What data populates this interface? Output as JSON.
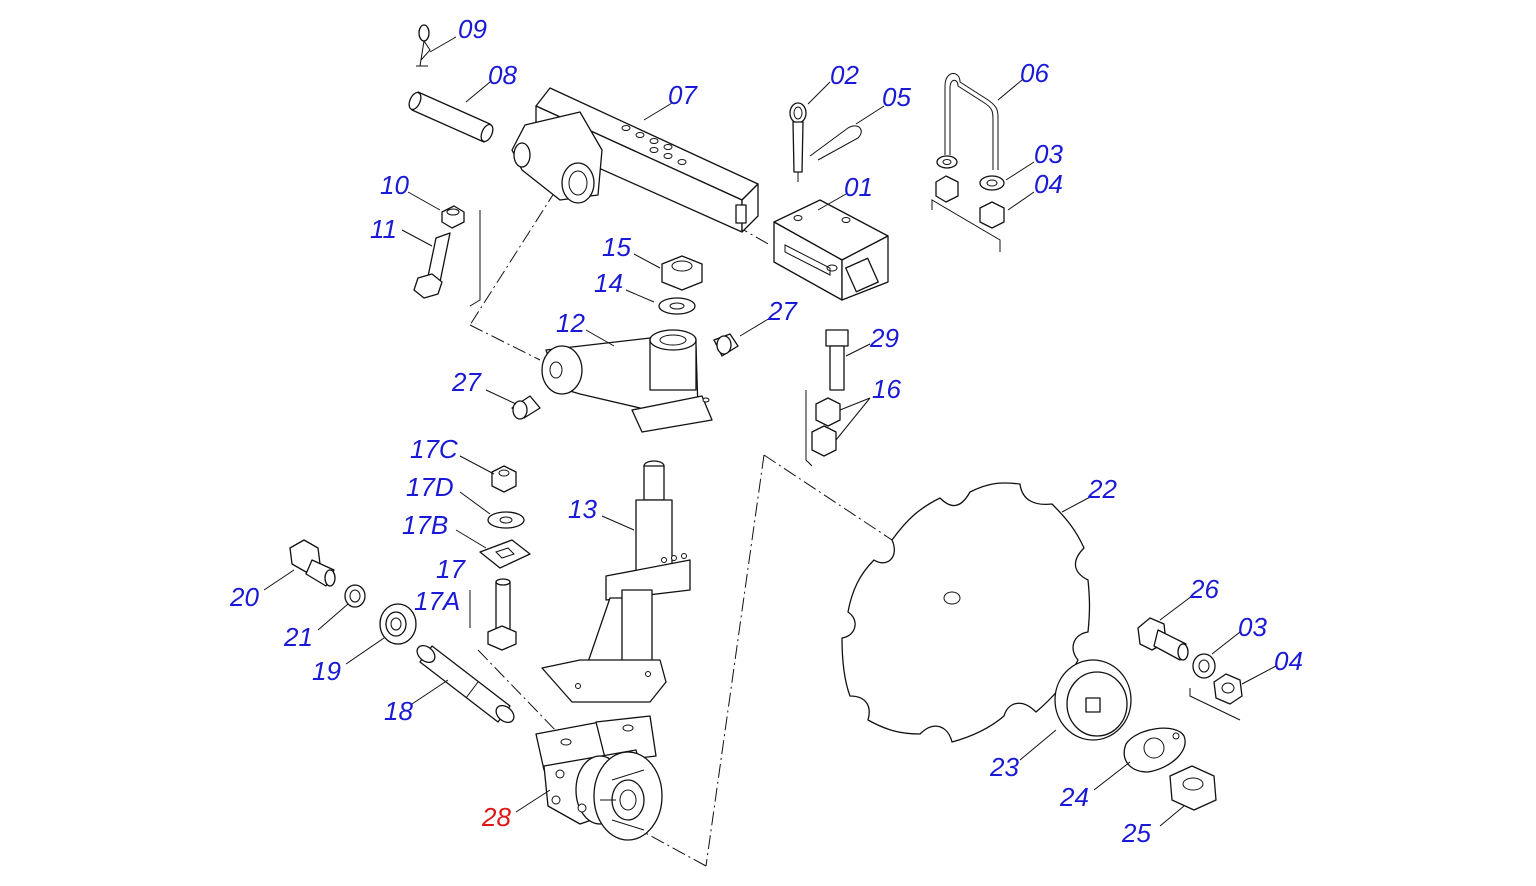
{
  "colors": {
    "label_default": "#1a1ad6",
    "label_highlight": "#e01515",
    "line": "#111111"
  },
  "labels": [
    {
      "id": "09",
      "text": "09",
      "highlight": false
    },
    {
      "id": "08",
      "text": "08",
      "highlight": false
    },
    {
      "id": "07",
      "text": "07",
      "highlight": false
    },
    {
      "id": "02",
      "text": "02",
      "highlight": false
    },
    {
      "id": "05",
      "text": "05",
      "highlight": false
    },
    {
      "id": "06",
      "text": "06",
      "highlight": false
    },
    {
      "id": "03a",
      "text": "03",
      "highlight": false
    },
    {
      "id": "04a",
      "text": "04",
      "highlight": false
    },
    {
      "id": "01",
      "text": "01",
      "highlight": false
    },
    {
      "id": "10",
      "text": "10",
      "highlight": false
    },
    {
      "id": "11",
      "text": "11",
      "highlight": false
    },
    {
      "id": "15",
      "text": "15",
      "highlight": false
    },
    {
      "id": "14",
      "text": "14",
      "highlight": false
    },
    {
      "id": "27a",
      "text": "27",
      "highlight": false
    },
    {
      "id": "12",
      "text": "12",
      "highlight": false
    },
    {
      "id": "29",
      "text": "29",
      "highlight": false
    },
    {
      "id": "27b",
      "text": "27",
      "highlight": false
    },
    {
      "id": "16",
      "text": "16",
      "highlight": false
    },
    {
      "id": "17C",
      "text": "17C",
      "highlight": false
    },
    {
      "id": "17D",
      "text": "17D",
      "highlight": false
    },
    {
      "id": "17B",
      "text": "17B",
      "highlight": false
    },
    {
      "id": "13",
      "text": "13",
      "highlight": false
    },
    {
      "id": "22",
      "text": "22",
      "highlight": false
    },
    {
      "id": "17",
      "text": "17",
      "highlight": false
    },
    {
      "id": "17A",
      "text": "17A",
      "highlight": false
    },
    {
      "id": "20",
      "text": "20",
      "highlight": false
    },
    {
      "id": "21",
      "text": "21",
      "highlight": false
    },
    {
      "id": "19",
      "text": "19",
      "highlight": false
    },
    {
      "id": "26",
      "text": "26",
      "highlight": false
    },
    {
      "id": "03b",
      "text": "03",
      "highlight": false
    },
    {
      "id": "04b",
      "text": "04",
      "highlight": false
    },
    {
      "id": "18",
      "text": "18",
      "highlight": false
    },
    {
      "id": "23",
      "text": "23",
      "highlight": false
    },
    {
      "id": "24",
      "text": "24",
      "highlight": false
    },
    {
      "id": "28",
      "text": "28",
      "highlight": true
    },
    {
      "id": "25",
      "text": "25",
      "highlight": false
    }
  ]
}
